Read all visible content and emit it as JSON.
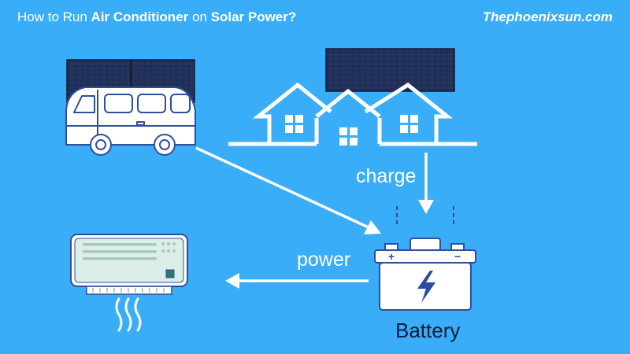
{
  "header": {
    "title_prefix": "How to Run ",
    "title_bold_1": "Air Conditioner",
    "title_mid": " on ",
    "title_bold_2": "Solar Power?",
    "brand": "Thephoenixsun.com"
  },
  "labels": {
    "charge": "charge",
    "power": "power",
    "battery": "Battery",
    "plus": "+",
    "minus": "−"
  },
  "colors": {
    "background": "#3aadf8",
    "line": "#ffffff",
    "outline": "#2f4e9a",
    "panel": "#1c2950",
    "bolt": "#2a4ba0"
  },
  "icons": [
    "solar-panel-icon",
    "van-icon",
    "houses-icon",
    "battery-icon",
    "air-conditioner-icon",
    "lightning-bolt-icon"
  ]
}
